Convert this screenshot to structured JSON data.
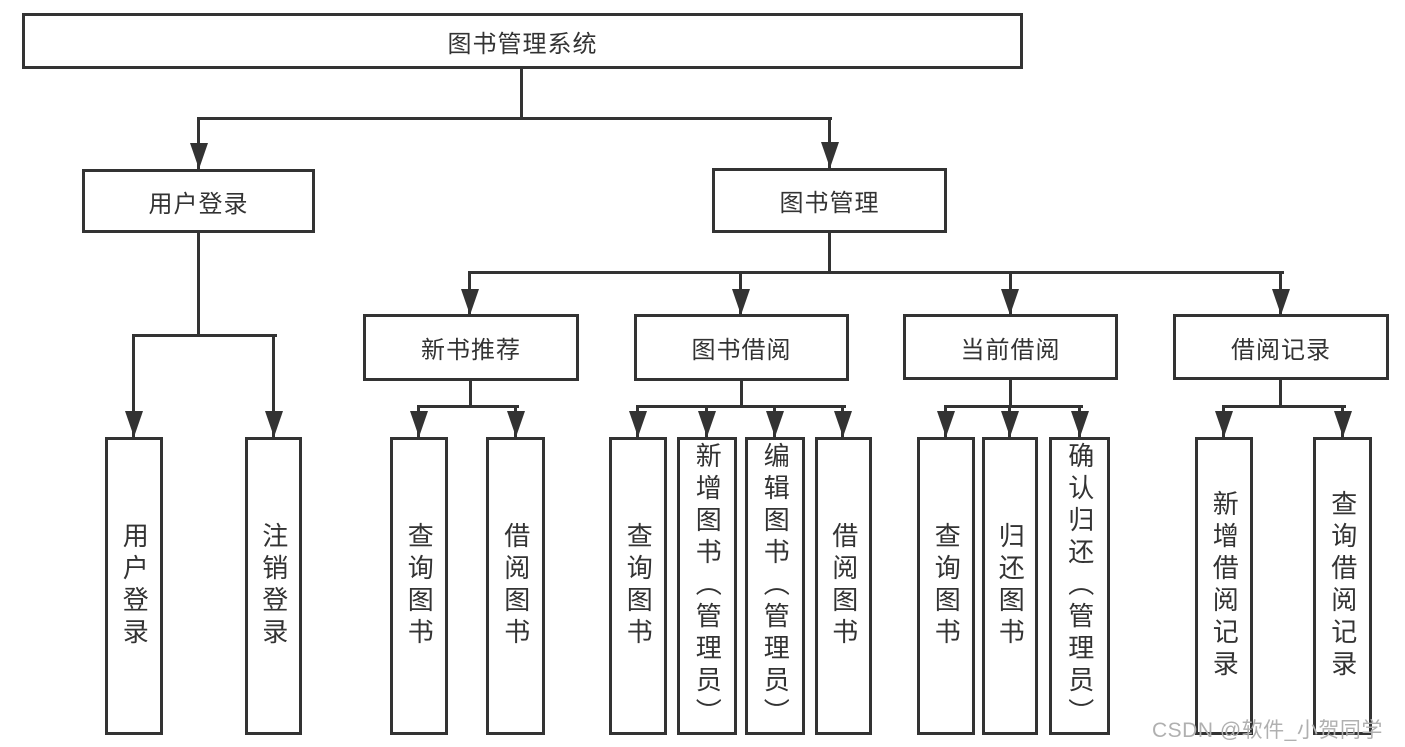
{
  "diagram_title": "图书管理系统",
  "colors": {
    "line": "#333333",
    "text": "#333333",
    "box_fill": "#ffffff",
    "watermark": "#b0b0b0"
  },
  "nodes": {
    "root": "图书管理系统",
    "user_login": "用户登录",
    "book_mgmt": "图书管理",
    "new_book_rec": "新书推荐",
    "book_borrow": "图书借阅",
    "current_borrow": "当前借阅",
    "borrow_record": "借阅记录",
    "leaf_user_login": "用户登录",
    "leaf_logout": "注销登录",
    "leaf_nbr_query": "查询图书",
    "leaf_nbr_borrow": "借阅图书",
    "leaf_bb_query": "查询图书",
    "leaf_bb_add": "新增图书（管理员）",
    "leaf_bb_edit": "编辑图书（管理员）",
    "leaf_bb_borrow": "借阅图书",
    "leaf_cb_query": "查询图书",
    "leaf_cb_return": "归还图书",
    "leaf_cb_confirm": "确认归还（管理员）",
    "leaf_br_add": "新增借阅记录",
    "leaf_br_query": "查询借阅记录"
  },
  "watermark": "CSDN @软件_小贺同学"
}
